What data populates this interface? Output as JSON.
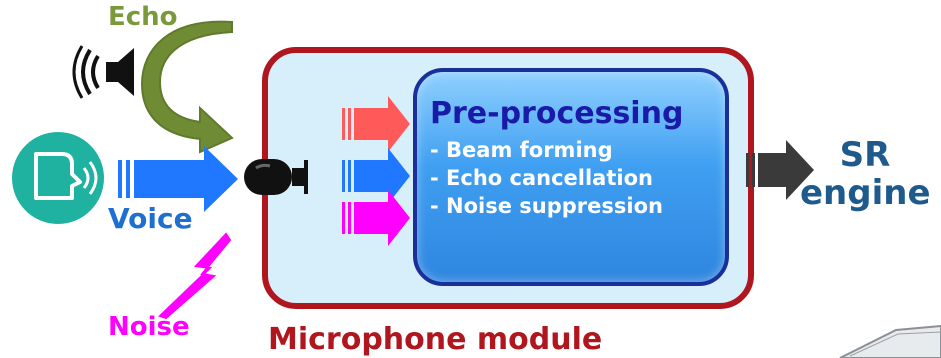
{
  "labels": {
    "echo": "Echo",
    "voice": "Voice",
    "noise": "Noise",
    "module": "Microphone module",
    "sr_line1": "SR",
    "sr_line2": "engine"
  },
  "preprocessing": {
    "title": "Pre-processing",
    "items": [
      "- Beam forming",
      "- Echo cancellation",
      "- Noise suppression"
    ]
  },
  "colors": {
    "echo": "#7a9a3a",
    "voice": "#1f6fd0",
    "noise": "#ff00ff",
    "module_border": "#b0161e",
    "module_fill": "#d7eefb",
    "arrow_red": "#ff5a5a",
    "arrow_blue": "#1f78ff",
    "arrow_magenta": "#ff00ff",
    "arrow_dark": "#3a3a3a",
    "sr_text": "#1f5a8c"
  },
  "icons": [
    "speaker-icon",
    "face-speaking-icon",
    "microphone-icon",
    "lightning-icon"
  ]
}
